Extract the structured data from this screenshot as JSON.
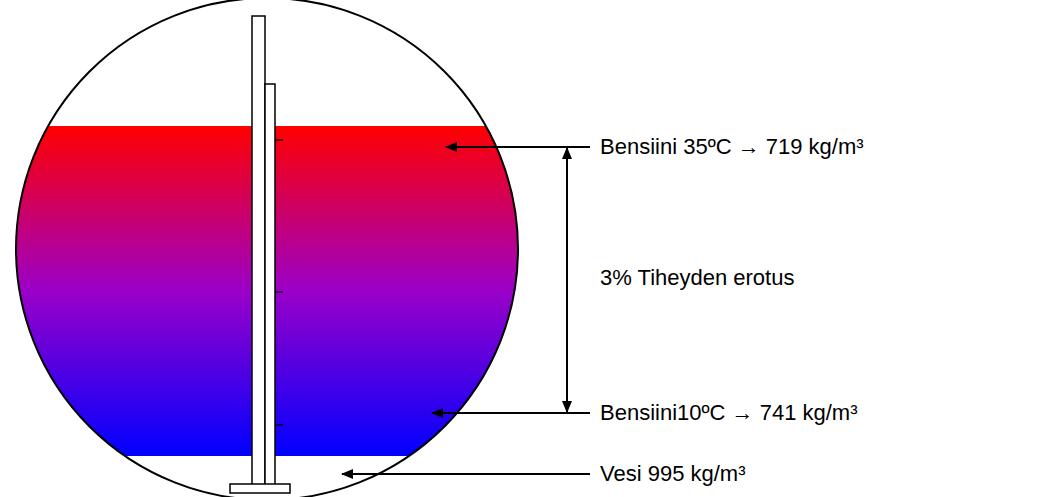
{
  "diagram": {
    "labels": [
      "Bensiini 35ºC → 719 kg/m³",
      "3% Tiheyden erotus",
      "Bensiini10ºC → 741 kg/m³",
      "Vesi 995 kg/m³"
    ]
  }
}
